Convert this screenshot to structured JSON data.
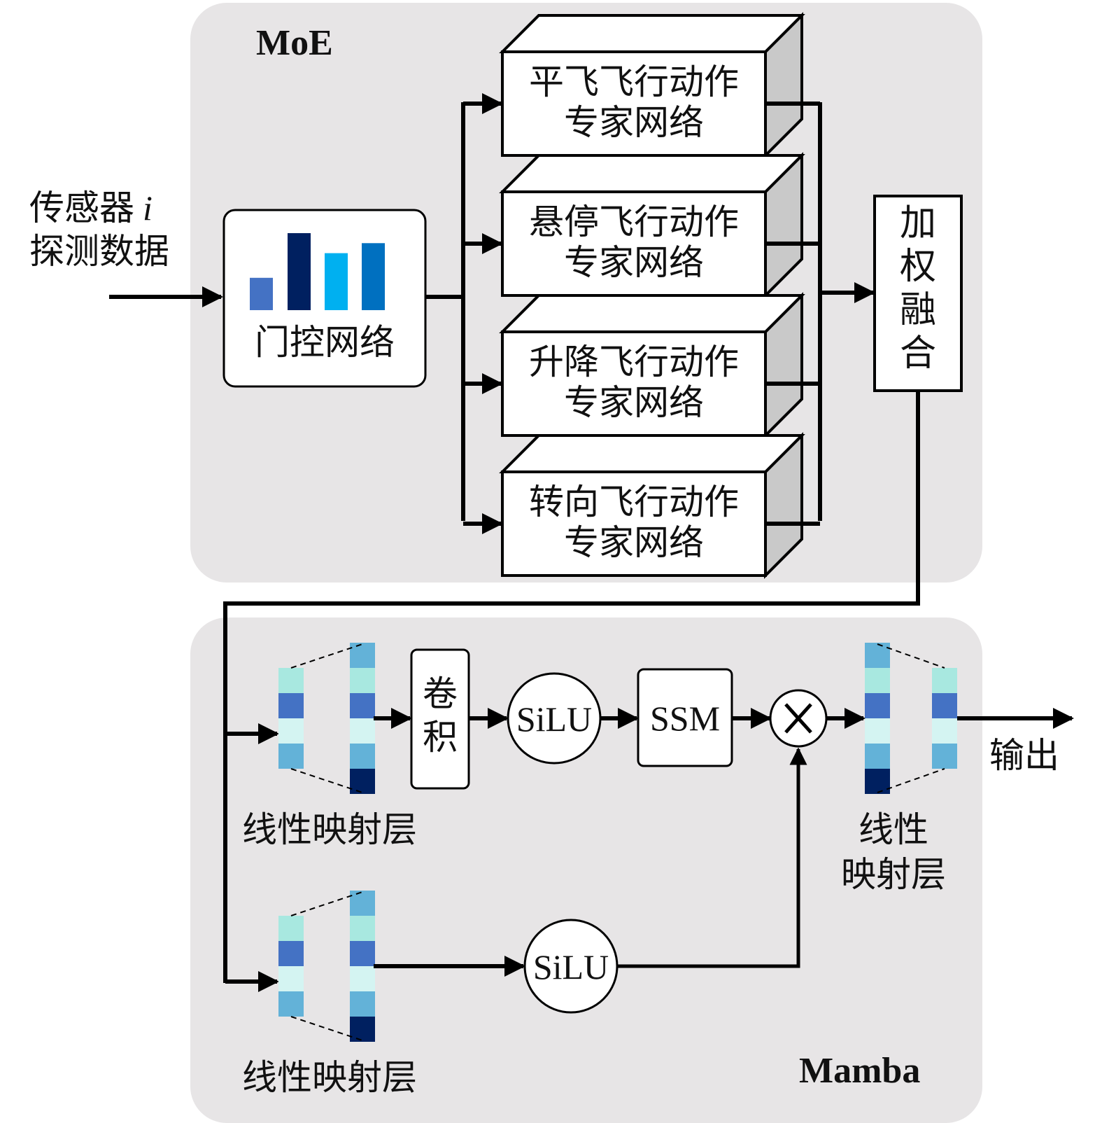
{
  "input": {
    "line1": "传感器",
    "line1_var": "i",
    "line2": "探测数据"
  },
  "moe": {
    "title": "MoE",
    "gate": {
      "label": "门控网络",
      "bar_weights": [
        0.42,
        1.0,
        0.74,
        0.87
      ],
      "bar_colors": [
        "#4472C4",
        "#002060",
        "#00B0F0",
        "#0070C0"
      ]
    },
    "experts": [
      {
        "line1": "平飞飞行动作",
        "line2": "专家网络"
      },
      {
        "line1": "悬停飞行动作",
        "line2": "专家网络"
      },
      {
        "line1": "升降飞行动作",
        "line2": "专家网络"
      },
      {
        "line1": "转向飞行动作",
        "line2": "专家网络"
      }
    ],
    "fusion": {
      "chars": [
        "加",
        "权",
        "融",
        "合"
      ]
    }
  },
  "mamba": {
    "title": "Mamba",
    "linear_label": "线性映射层",
    "linear_label_out_1": "线性",
    "linear_label_out_2": "映射层",
    "conv": {
      "chars": [
        "卷",
        "积"
      ]
    },
    "silu": "SiLU",
    "ssm": "SSM",
    "multiply": "×",
    "output": "输出",
    "cell_colors": {
      "teal": "#A8E8E0",
      "blue": "#4472C4",
      "pale": "#D4F4F2",
      "sky": "#63B2D8",
      "navy": "#002060"
    }
  },
  "colors": {
    "panel": "#E7E5E6",
    "shade": "#C9C9C9"
  }
}
